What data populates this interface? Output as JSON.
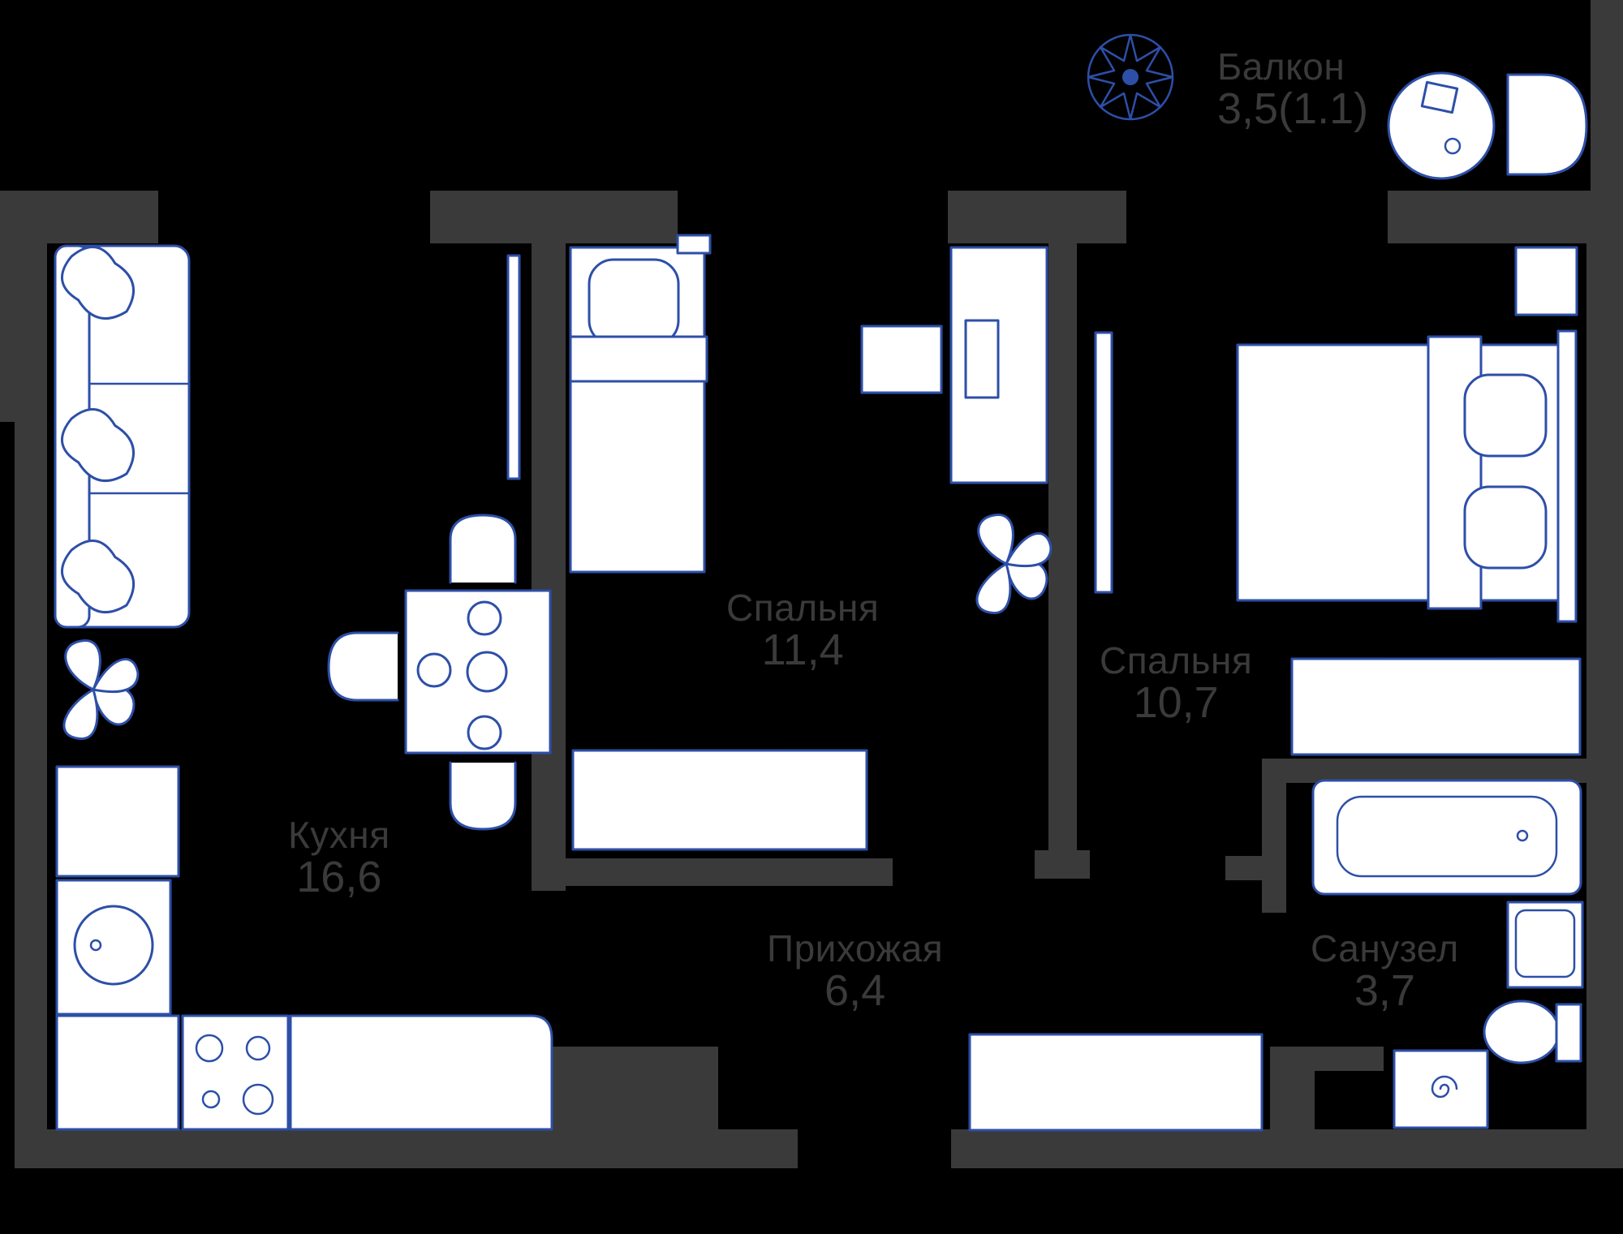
{
  "rooms": {
    "balcony": {
      "name": "Балкон",
      "area": "3,5(1.1)"
    },
    "bedroom_1": {
      "name": "Спальня",
      "area": "11,4"
    },
    "bedroom_2": {
      "name": "Спальня",
      "area": "10,7"
    },
    "kitchen": {
      "name": "Кухня",
      "area": "16,6"
    },
    "hallway": {
      "name": "Прихожая",
      "area": "6,4"
    },
    "bathroom": {
      "name": "Санузел",
      "area": "3,7"
    }
  },
  "colors": {
    "background": "#000000",
    "wall": "#3a3a3a",
    "furniture_stroke": "#2d4fa8",
    "furniture_fill": "#ffffff",
    "label_text": "#3a3a3a"
  }
}
